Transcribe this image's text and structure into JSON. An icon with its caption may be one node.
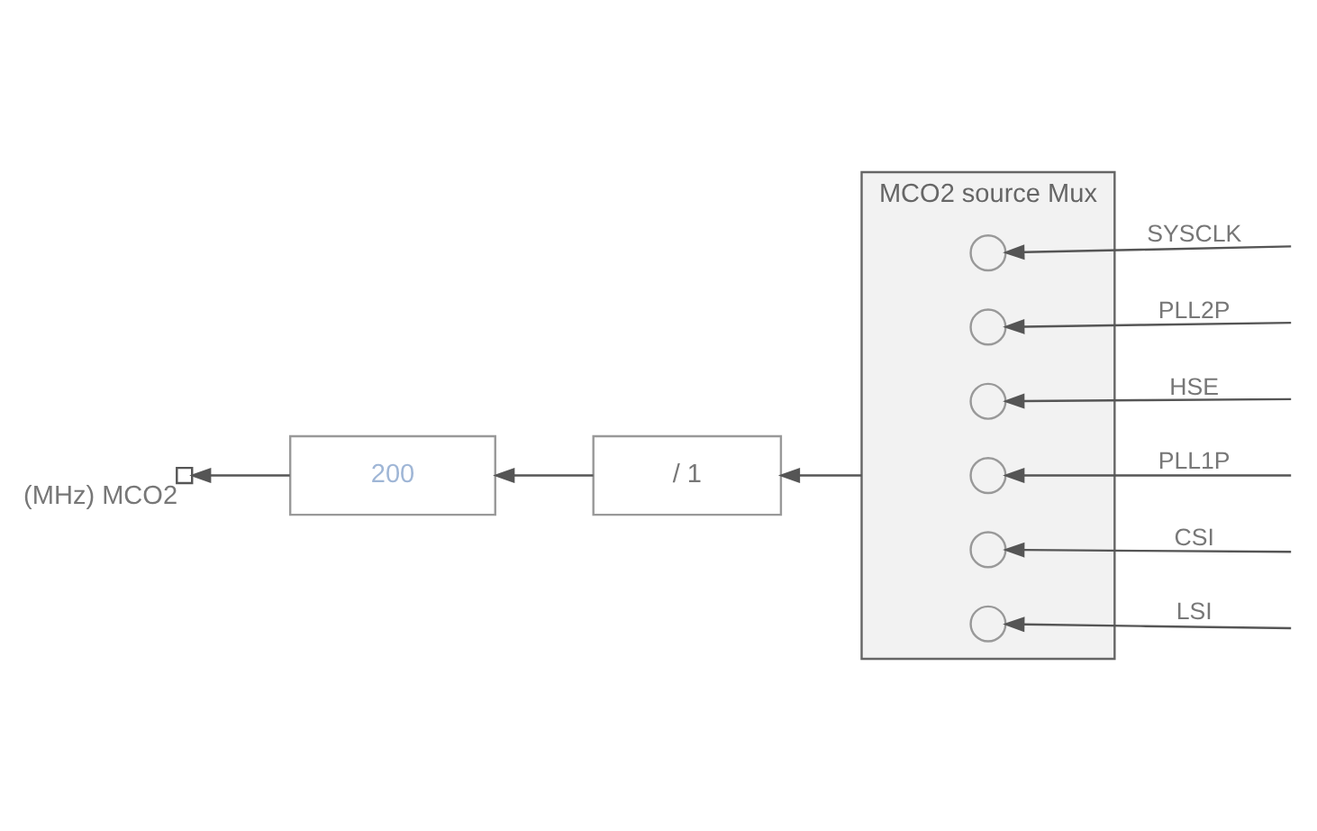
{
  "diagram": {
    "nodes": [
      {
        "text": [
          "MCO2 source Mux"
        ]
      },
      {
        "text": [],
        "shape": "circle",
        "in": 0
      },
      {
        "text": [],
        "shape": "circle",
        "in": 0
      },
      {
        "text": [],
        "shape": "circle",
        "in": 0
      },
      {
        "text": [],
        "shape": "circle",
        "in": 0
      },
      {
        "text": [],
        "shape": "circle",
        "in": 0
      },
      {
        "text": [],
        "shape": "circle",
        "in": 0
      },
      {
        "text": [
          "/ 1"
        ]
      },
      {
        "text": [
          "200"
        ]
      },
      {
        "text": [],
        "shape": "box",
        "beside": [
          "(MHz) MCO2"
        ]
      }
    ],
    "edges": [
      {
        "from": null,
        "to": 1,
        "arrow": "to",
        "label": "SYSCLK"
      },
      {
        "from": null,
        "to": 2,
        "arrow": "to",
        "label": "PLL2P"
      },
      {
        "from": null,
        "to": 3,
        "arrow": "to",
        "label": "HSE"
      },
      {
        "from": null,
        "to": 4,
        "arrow": "to",
        "label": "PLL1P"
      },
      {
        "from": null,
        "to": 5,
        "arrow": "to",
        "label": "CSI"
      },
      {
        "from": null,
        "to": 6,
        "arrow": "to",
        "label": "LSI"
      },
      {
        "from": 0,
        "to": 7,
        "arrow": "to"
      },
      {
        "from": 7,
        "to": 8,
        "arrow": "to"
      },
      {
        "from": 8,
        "to": 9,
        "arrow": "to"
      }
    ]
  }
}
